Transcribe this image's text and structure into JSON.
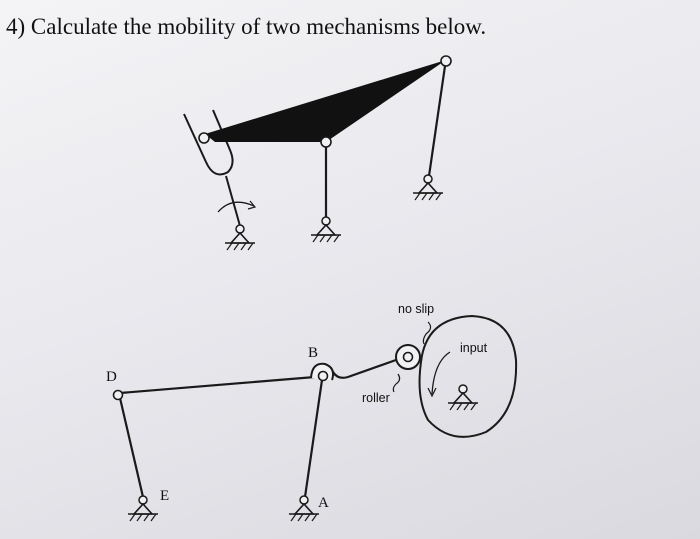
{
  "question": {
    "number": "4)",
    "text": "Calculate the mobility of two mechanisms below."
  },
  "mechanism_bottom": {
    "labels": {
      "B": "B",
      "D": "D",
      "E": "E",
      "A": "A"
    },
    "annotations": {
      "no_slip": "no slip",
      "input": "input",
      "roller": "roller"
    }
  },
  "colors": {
    "ink": "#1a1a1a",
    "link_fill": "#111111"
  }
}
